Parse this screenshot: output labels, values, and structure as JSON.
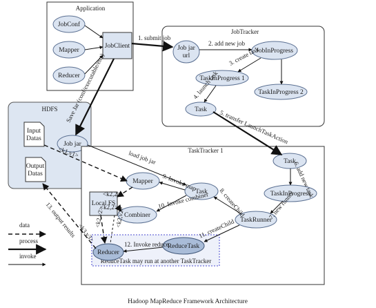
{
  "caption": "Hadoop MapReduce Framework Architecture",
  "containers": {
    "application": "Application",
    "jobtracker": "JobTracker",
    "hdfs": "HDFS",
    "tasktracker": "TaskTracker 1"
  },
  "nodes": {
    "jobconf": "JobConf",
    "mapper_app": "Mapper",
    "reducer_app": "Reducer",
    "jobclient": "JobClient",
    "jobjar_url": [
      "Job jar",
      "url"
    ],
    "jobinprogress": "JobInProgress",
    "taskinprogress1": "TaskInProgress 1",
    "taskinprogress2": "TaskInProgress 2",
    "task_jt": "Task",
    "input_datas": [
      "Input",
      "Datas"
    ],
    "output_datas": [
      "Output",
      "Datas"
    ],
    "jobjar_hdfs": "Job jar",
    "mapper_tt": "Mapper",
    "task_tt": "Task",
    "localfs": "Local FS",
    "combiner": "Combiner",
    "task_tt2": "Task",
    "taskinprogress_tt": "TaskInProgress",
    "taskrunner": "TaskRunner",
    "reducetask": "ReduceTask",
    "reducer_tt": "Reducer"
  },
  "reduce_note": "ReduceTask may run at another TaskTracker",
  "edges": {
    "e1": "1. submit job",
    "e2": "2. add new job",
    "e3": "3. create task",
    "e4": "4. launch task",
    "e5": "5. transfer LaunchTaskAction",
    "e6": "6. add new task",
    "e7": "7. new runner",
    "e8": "8. createChild",
    "e9": "9. Invoke map",
    "e10": "10. Invoke combiner",
    "e11": "11. createChild",
    "e12": "12. Invoke reduce",
    "e13": "13. output results",
    "save_jar": "Save Jar (conf/executable/etc.)",
    "load_jar": "load job jar",
    "k1v1": "<k1,v1>",
    "k2v2a": "<k2,2>",
    "k2v2b": "<k2,2>",
    "k2v2c": "<k2,v2>",
    "k2v2d": "<k2,v2>",
    "k3v3": "<k3,v3>"
  },
  "legend": {
    "data": "data",
    "process": "process",
    "invoke": "invoke"
  }
}
